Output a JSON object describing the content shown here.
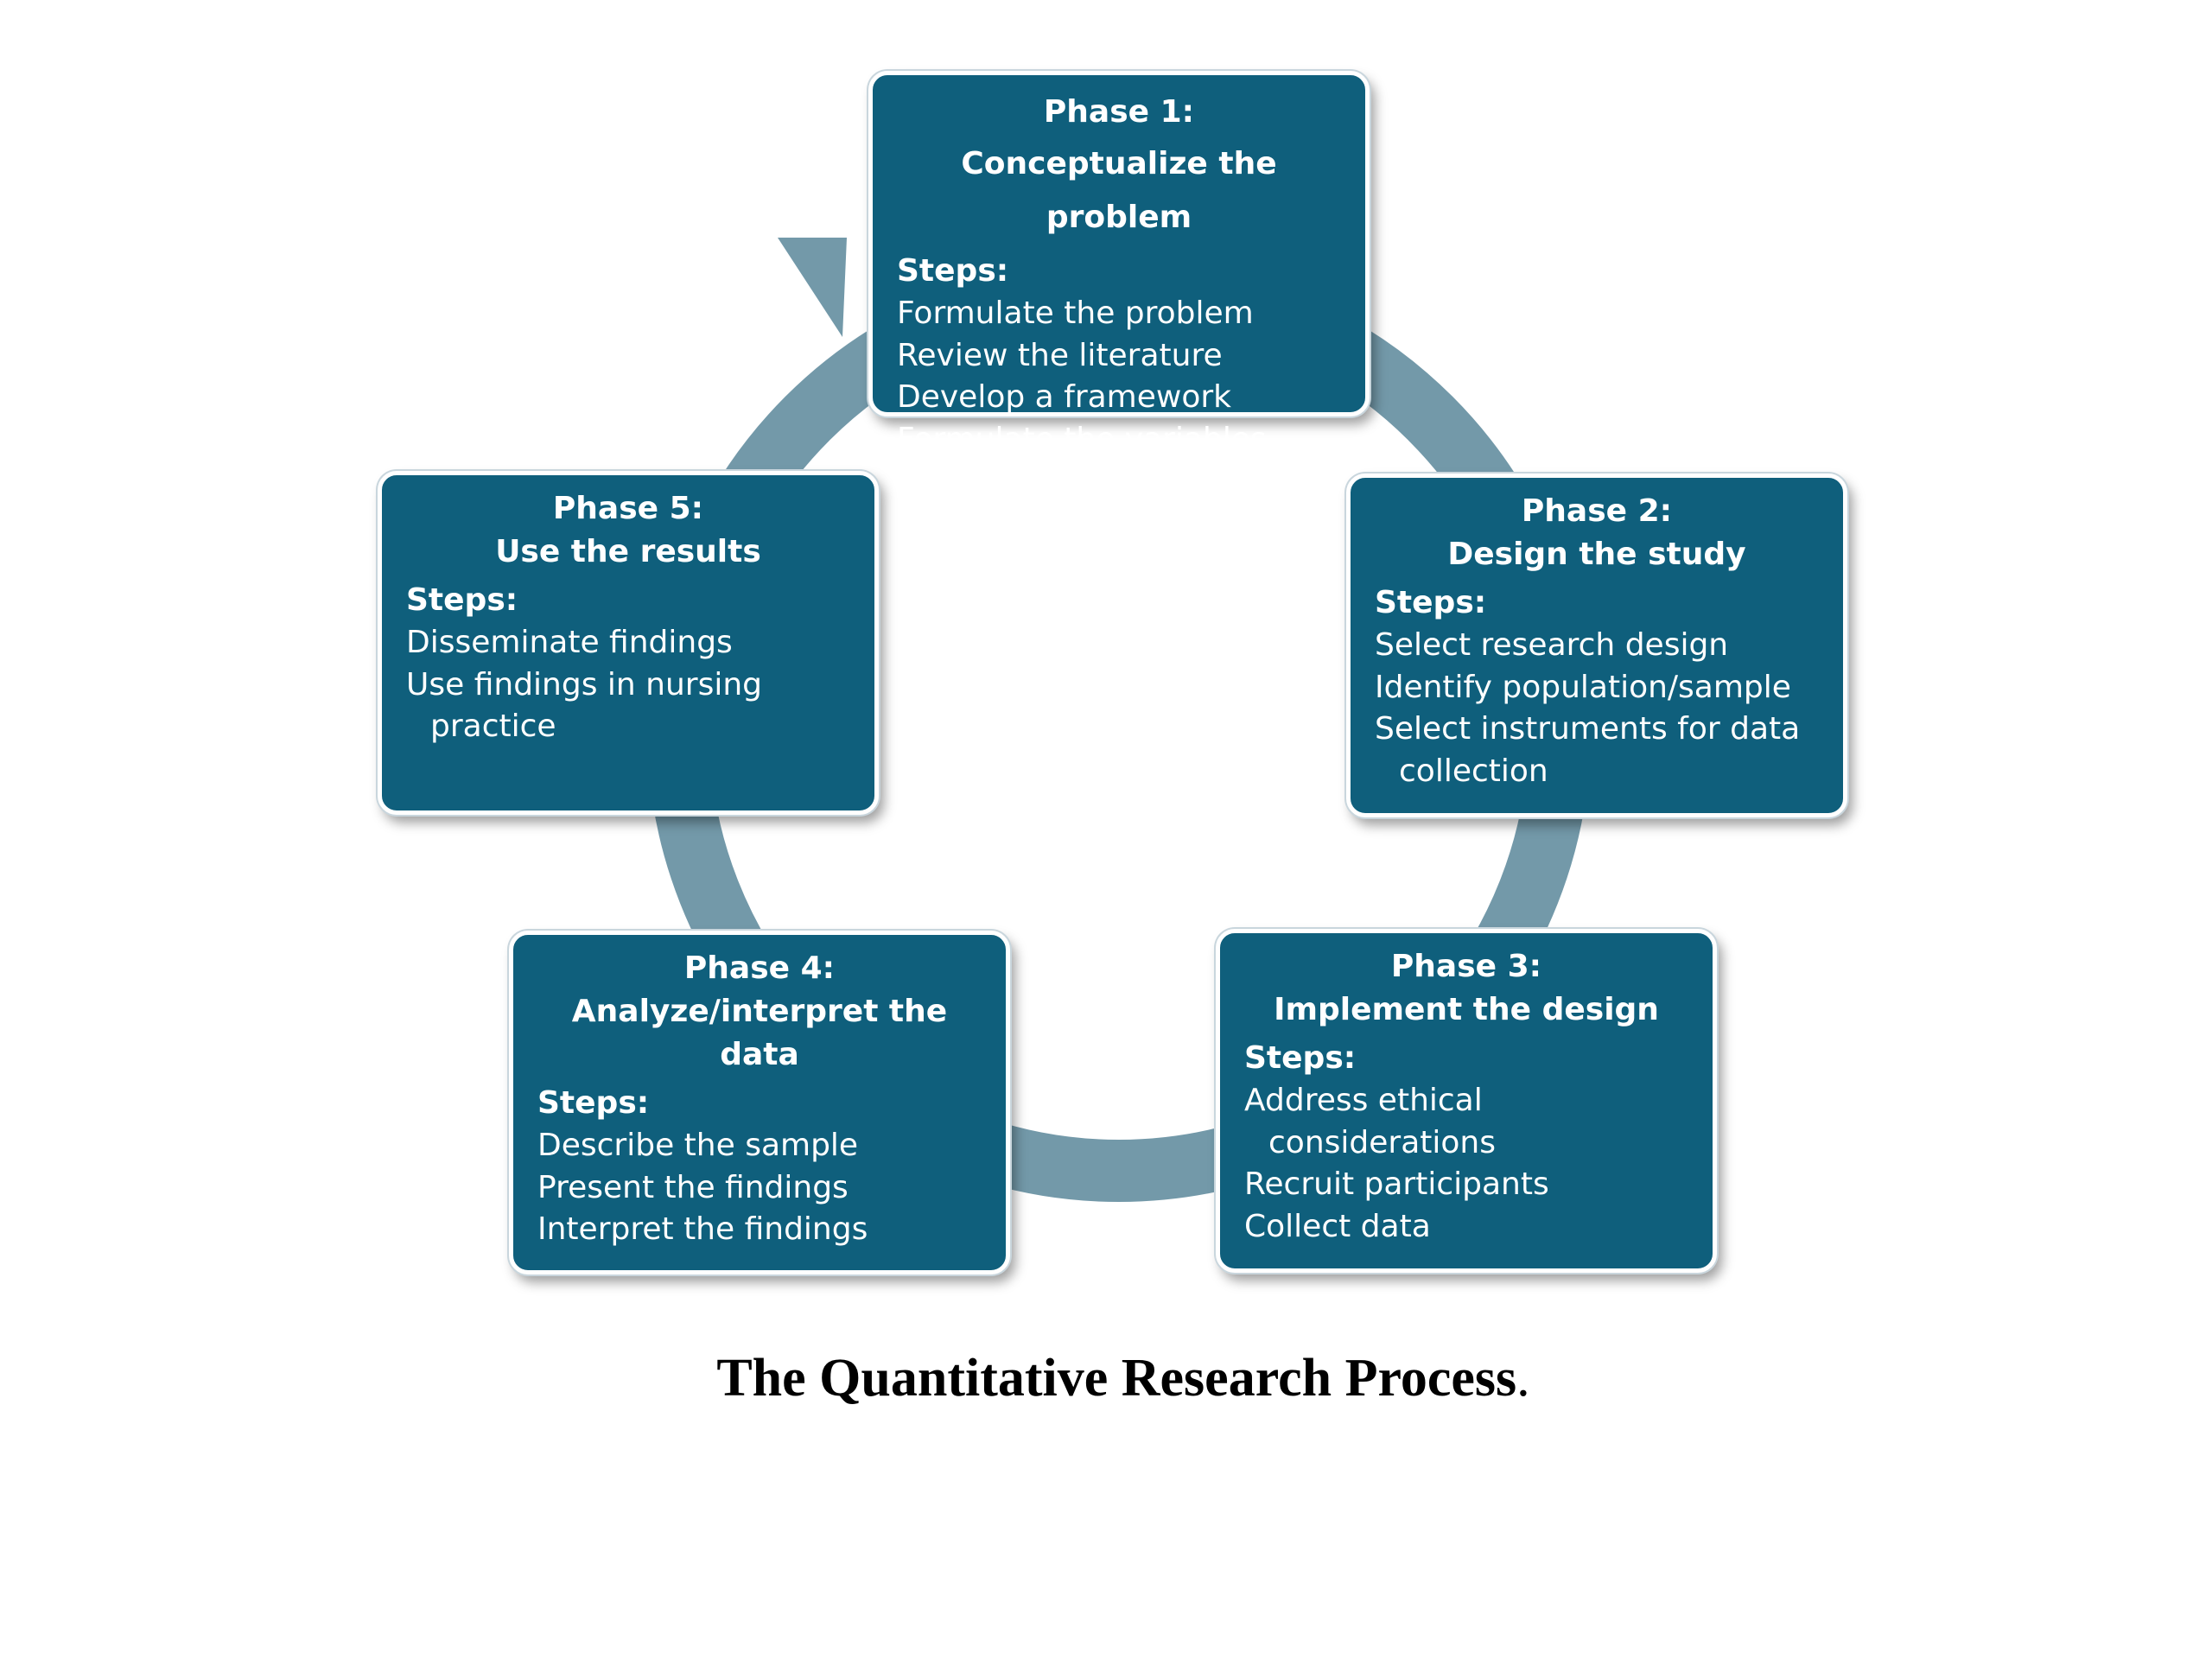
{
  "colors": {
    "box_fill": "#0f5f7c",
    "ring": "#7399a9",
    "text": "#ffffff"
  },
  "steps_label": "Steps:",
  "phases": [
    {
      "title": "Phase 1:",
      "heading": "Conceptualize the problem",
      "steps": [
        "Formulate the problem",
        "Review the literature",
        "Develop a framework",
        "Formulate the variables"
      ]
    },
    {
      "title": "Phase 2:",
      "heading": "Design the study",
      "steps": [
        "Select research design",
        "Identify population/sample",
        "Select instruments for data collection"
      ]
    },
    {
      "title": "Phase 3:",
      "heading": "Implement the design",
      "steps": [
        "Address ethical considerations",
        "Recruit participants",
        "Collect data"
      ]
    },
    {
      "title": "Phase 4:",
      "heading": "Analyze/interpret the data",
      "steps": [
        "Describe the sample",
        "Present the findings",
        "Interpret the findings"
      ]
    },
    {
      "title": "Phase 5:",
      "heading": "Use the results",
      "steps": [
        "Disseminate findings",
        "Use findings in nursing practice"
      ]
    }
  ],
  "caption": {
    "text": "The Quantitative Research Process",
    "period": "."
  }
}
